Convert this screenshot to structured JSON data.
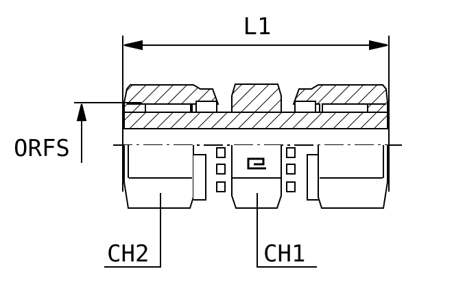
{
  "labels": {
    "overall_length": "L1",
    "thread_type": "ORFS",
    "hex_end": "CH2",
    "hex_center": "CH1"
  },
  "colors": {
    "line": "#000000",
    "background": "#ffffff"
  }
}
